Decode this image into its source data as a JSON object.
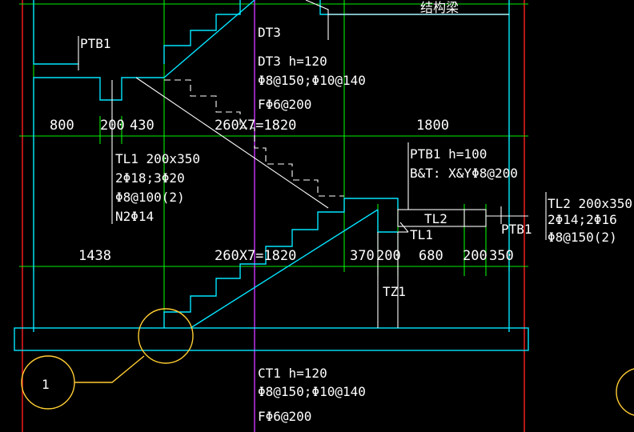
{
  "labels": {
    "ptb1_top": "PTB1",
    "dt3": "DT3",
    "jiegouliang": "结构梁",
    "dt3_h": "DT3 h=120",
    "dt3_rebar1": "Φ8@150;Φ10@140",
    "dt3_rebar2": "FΦ6@200",
    "tl1_title": "TL1 200x350",
    "tl1_line2": "2Φ18;3Φ20",
    "tl1_line3": "Φ8@100(2)",
    "tl1_line4": "N2Φ14",
    "ptb1_h": "PTB1 h=100",
    "ptb1_rebar": "B&T: X&YΦ8@200",
    "tl2_box": "TL2",
    "tl1_small": "TL1",
    "ptb1_right": "PTB1",
    "tl2_title": "TL2 200x350",
    "tl2_line2": "2Φ14;2Φ16",
    "tl2_line3": "Φ8@150(2)",
    "tz1": "TZ1",
    "ct1_h": "CT1 h=120",
    "ct1_rebar1": "Φ8@150;Φ10@140",
    "ct1_rebar2": "FΦ6@200",
    "axis_bubble": "1"
  },
  "dimensions_upper": {
    "d800": "800",
    "d200": "200",
    "d430": "430",
    "d260x7": "260X7=1820",
    "d1800": "1800"
  },
  "dimensions_lower": {
    "d1438": "1438",
    "d260x7": "260X7=1820",
    "d370": "370",
    "d200a": "200",
    "d680": "680",
    "d200b": "200",
    "d350": "350"
  },
  "colors": {
    "outline": "#00e5ff",
    "dimension": "#00ee00",
    "axis": "#ff2020",
    "section_line": "#cc33ff",
    "bubble": "#ffcc33",
    "text": "#ffffff",
    "background": "#000000"
  }
}
